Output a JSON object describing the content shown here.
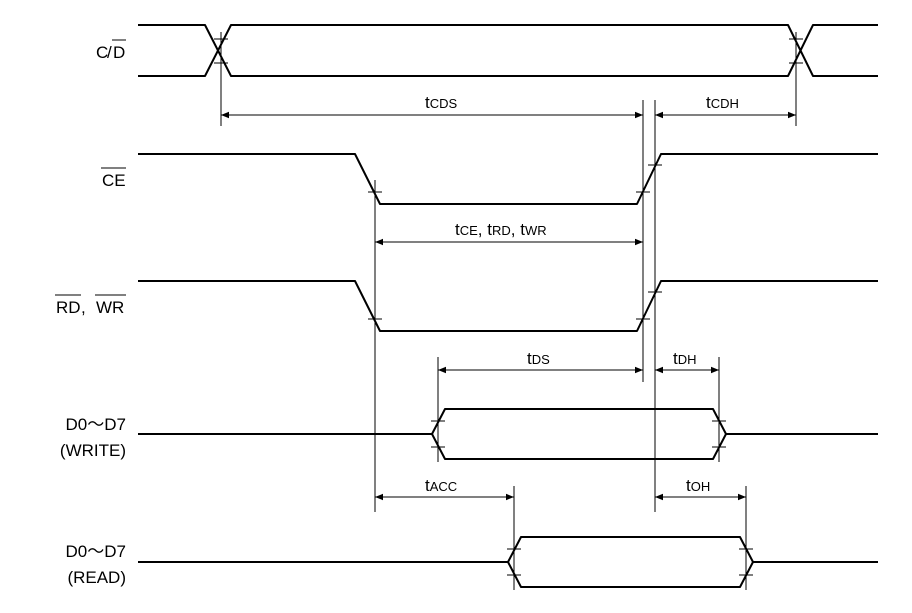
{
  "signals": {
    "cd": {
      "label_c": "C",
      "label_slash": "/",
      "label_d": "D"
    },
    "ce": {
      "label": "CE"
    },
    "rdwr": {
      "label_rd": "RD",
      "label_sep": ", ",
      "label_wr": "WR"
    },
    "d_write": {
      "line1": "D0～D7",
      "line2": "(WRITE)"
    },
    "d_read": {
      "line1": "D0～D7",
      "line2": "(READ)"
    }
  },
  "timings": {
    "tcds": {
      "t": "t",
      "sub": "CDS"
    },
    "tcdh": {
      "t": "t",
      "sub": "CDH"
    },
    "tce_group": {
      "t1": "t",
      "sub1": "CE",
      "sep1": ", ",
      "t2": "t",
      "sub2": "RD",
      "sep2": ", ",
      "t3": "t",
      "sub3": "WR"
    },
    "tds": {
      "t": "t",
      "sub": "DS"
    },
    "tdh": {
      "t": "t",
      "sub": "DH"
    },
    "tacc": {
      "t": "t",
      "sub": "ACC"
    },
    "toh": {
      "t": "t",
      "sub": "OH"
    }
  }
}
